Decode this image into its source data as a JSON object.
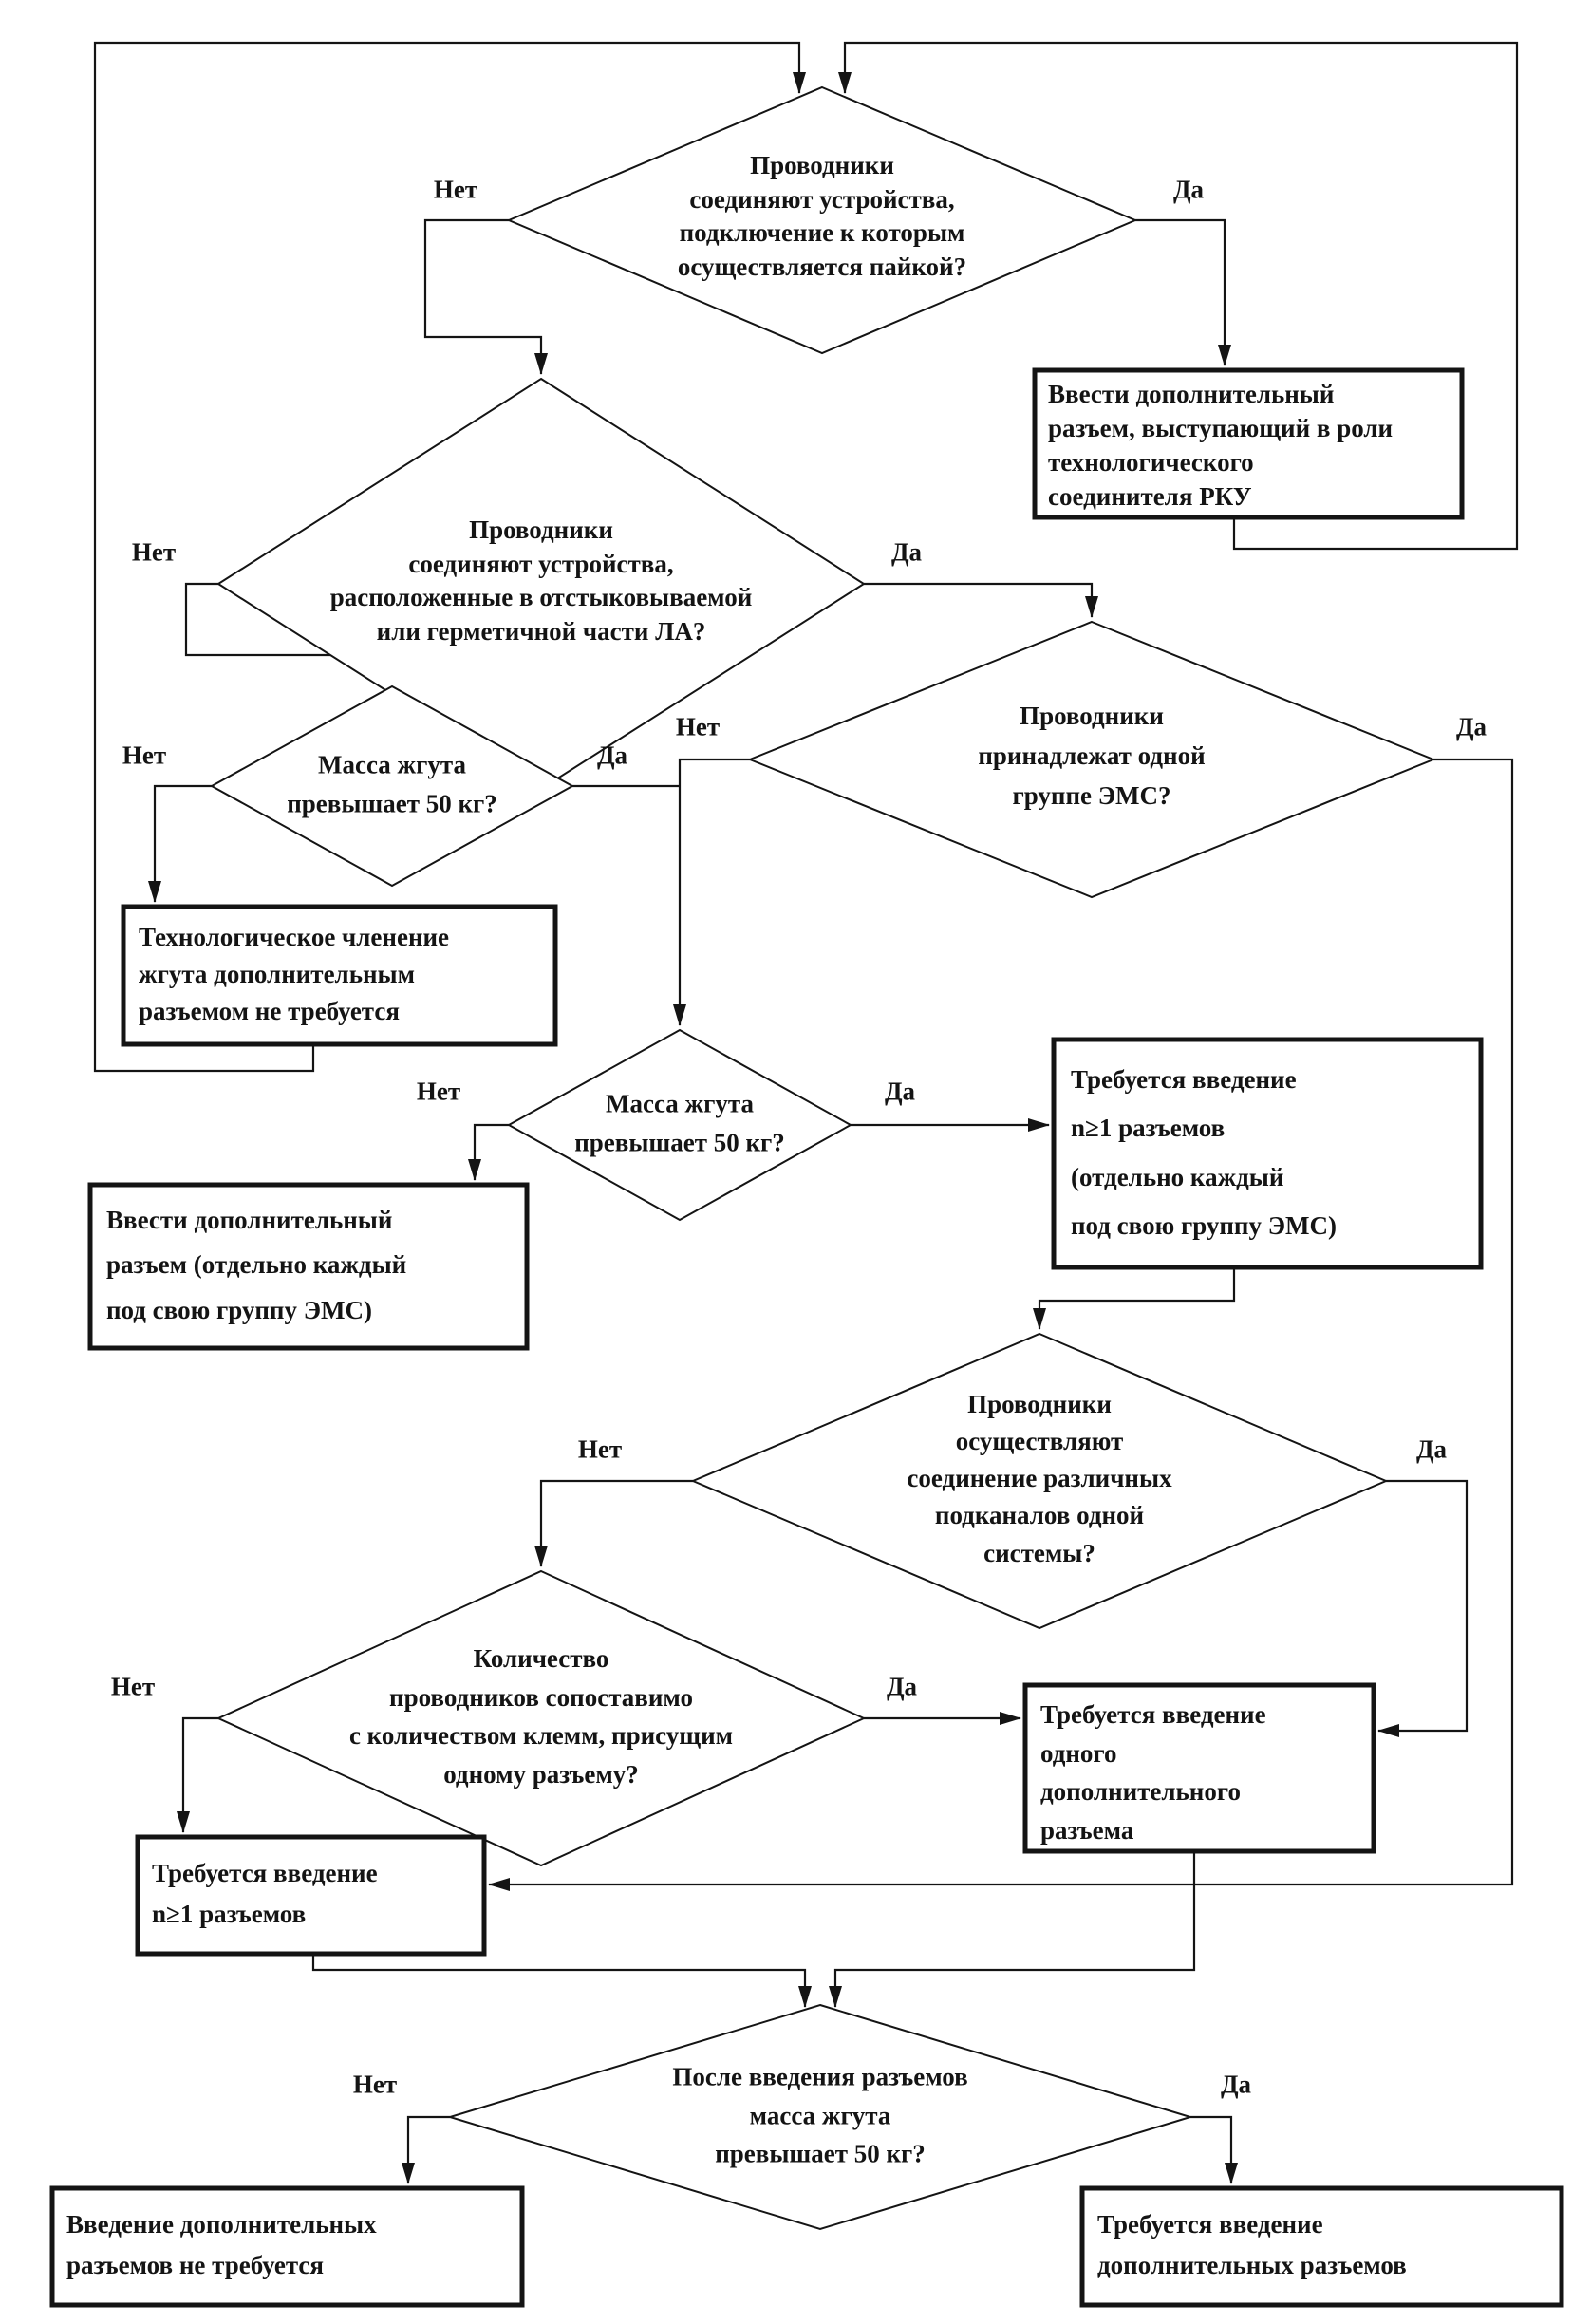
{
  "diagram": {
    "type": "flowchart",
    "language": "ru",
    "colors": {
      "line": "#141414",
      "background": "#ffffff",
      "shape_fill": "#ffffff"
    },
    "nodes": {
      "d1": {
        "shape": "decision",
        "text": "Проводники\nсоединяют устройства,\nподключение к которым\nосуществляется пайкой?"
      },
      "r1": {
        "shape": "process",
        "text": "Ввести дополнительный\nразъем, выступающий в роли\nтехнологического\nсоединителя РКУ"
      },
      "d2": {
        "shape": "decision",
        "text": "Проводники\nсоединяют устройства,\nрасположенные в отстыковываемой\nили герметичной части ЛА?"
      },
      "d3": {
        "shape": "decision",
        "text": "Проводники\nпринадлежат одной\nгруппе ЭМС?"
      },
      "d4": {
        "shape": "decision",
        "text": "Масса жгута\nпревышает 50 кг?"
      },
      "r2": {
        "shape": "process",
        "text": "Технологическое членение\nжгута дополнительным\nразъемом не требуется"
      },
      "d5": {
        "shape": "decision",
        "text": "Масса жгута\nпревышает 50 кг?"
      },
      "r3": {
        "shape": "process",
        "text": "Требуется введение\nn≥1 разъемов\n(отдельно каждый\nпод свою группу ЭМС)"
      },
      "r4": {
        "shape": "process",
        "text": "Ввести дополнительный\nразъем (отдельно каждый\nпод свою группу ЭМС)"
      },
      "d6": {
        "shape": "decision",
        "text": "Проводники\nосуществляют\nсоединение различных\nподканалов одной\nсистемы?"
      },
      "d7": {
        "shape": "decision",
        "text": "Количество\nпроводников сопоставимо\nс количеством клемм, присущим\nодному разъему?"
      },
      "r5": {
        "shape": "process",
        "text": "Требуется введение\nодного\nдополнительного\nразъема"
      },
      "r6": {
        "shape": "process",
        "text": "Требуется введение\nn≥1 разъемов"
      },
      "d8": {
        "shape": "decision",
        "text": "После введения разъемов\nмасса жгута\nпревышает 50 кг?"
      },
      "r7": {
        "shape": "process",
        "text": "Введение дополнительных\nразъемов не требуется"
      },
      "r8": {
        "shape": "process",
        "text": "Требуется введение\nдополнительных разъемов"
      }
    },
    "edge_labels": {
      "d1_no": "Нет",
      "d1_yes": "Да",
      "d2_no": "Нет",
      "d2_yes": "Да",
      "d3_no": "Нет",
      "d3_yes": "Да",
      "d4_no": "Нет",
      "d4_yes": "Да",
      "d5_no": "Нет",
      "d5_yes": "Да",
      "d6_no": "Нет",
      "d6_yes": "Да",
      "d7_no": "Нет",
      "d7_yes": "Да",
      "d8_no": "Нет",
      "d8_yes": "Да"
    }
  }
}
